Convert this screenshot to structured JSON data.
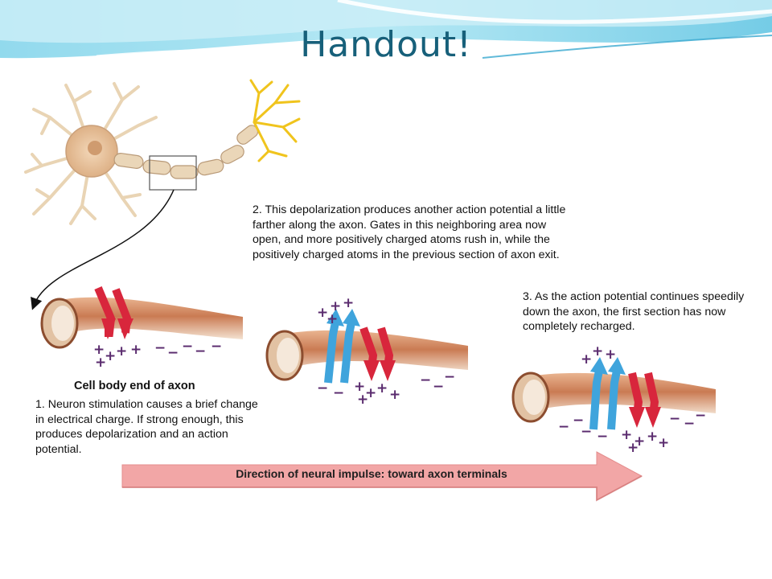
{
  "slide": {
    "title": "Handout!"
  },
  "figure": {
    "axon_end_label": "Cell body end of axon",
    "step1": "1. Neuron stimulation causes a brief change in electrical charge. If strong enough, this produces depolarization and an action potential.",
    "step2": "2. This depolarization produces another action potential a little farther along the axon. Gates in this neighboring area now open, and more positively charged atoms rush in, while the positively charged atoms in the previous section of axon exit.",
    "step3": "3. As the action potential continues speedily down the axon, the first section has now completely recharged.",
    "direction_label": "Direction of neural impulse: toward axon terminals"
  },
  "colors": {
    "title": "#17607a",
    "inflow_arrow": "#d8263c",
    "outflow_arrow": "#3fa4dc",
    "direction_arrow": "#f2a6a6",
    "charge": "#5a2b6e"
  }
}
